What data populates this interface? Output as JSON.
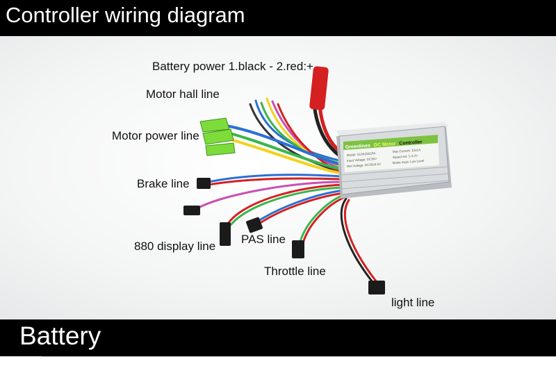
{
  "header": {
    "title": "Controller wiring diagram"
  },
  "footer": {
    "title": "Battery"
  },
  "labels": {
    "battery_power": "Battery power  1.black -  2.red:+",
    "motor_hall": "Motor hall line",
    "motor_power": "Motor power line",
    "brake": "Brake line",
    "display": "880 display line",
    "pas": "PAS line",
    "throttle": "Throttle line",
    "light": "light line"
  },
  "controller": {
    "brand_line": [
      "Greenlines",
      "DC Motor",
      "Controller"
    ],
    "spec_rows": [
      [
        "Model: S13K2501PA",
        "Max.Current: 13±1A"
      ],
      [
        "Input Voltage: DC36V",
        "Speed set: 1-4.2V"
      ],
      [
        "Min.Voltage: DC30±0.5V",
        "Brake input: Low Level"
      ]
    ]
  },
  "colors": {
    "bar": "#000000",
    "housing": "#d9dcde",
    "label_green": "#7dc242",
    "wire_red": "#d42020"
  }
}
